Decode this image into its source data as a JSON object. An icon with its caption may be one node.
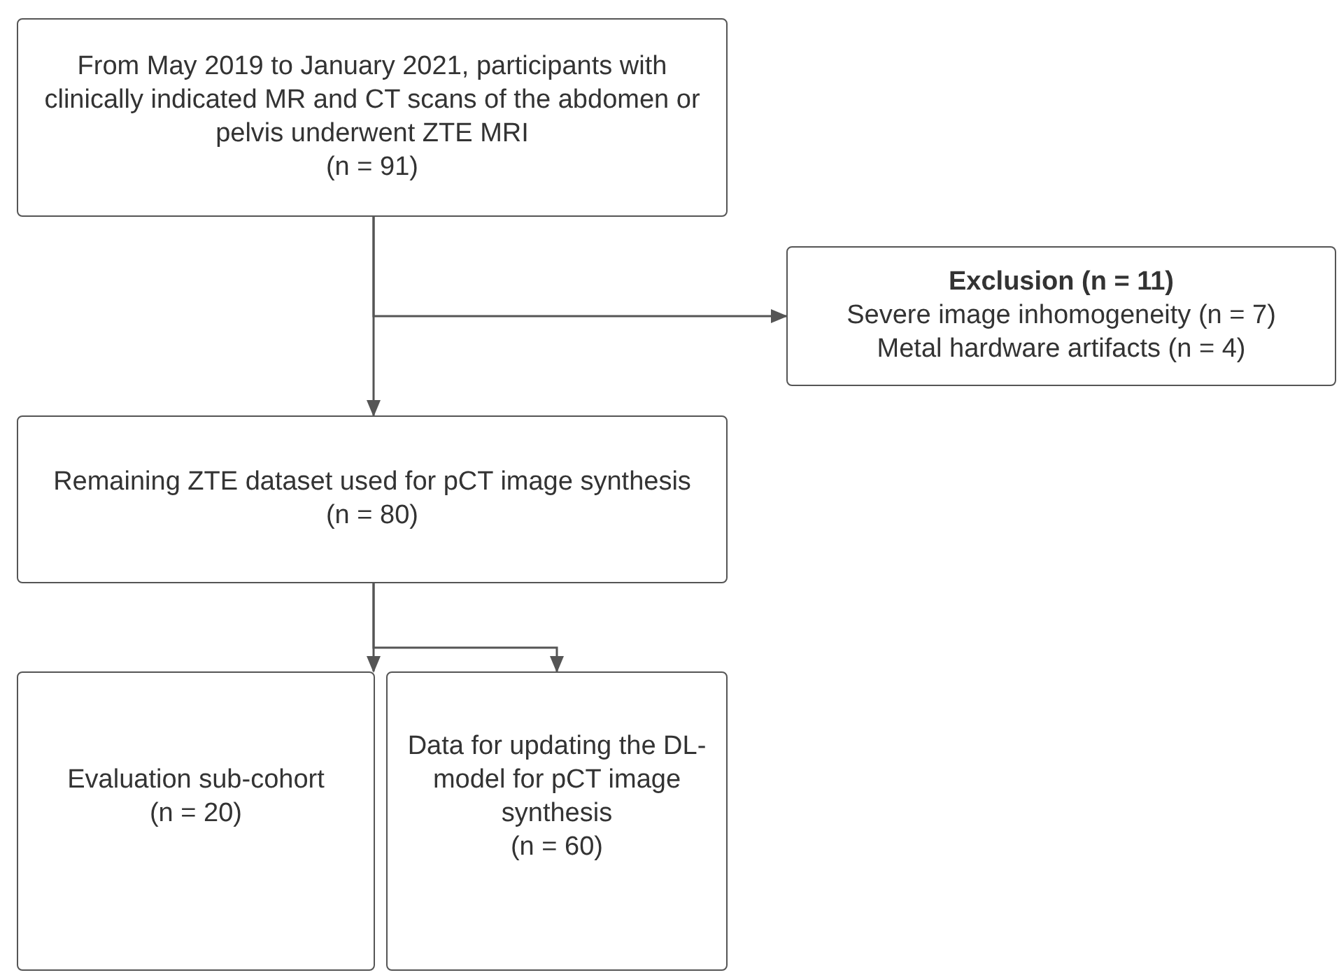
{
  "diagram": {
    "nodes": [
      {
        "text": [
          "From May 2019 to January 2021, participants with clinically indicated MR and CT scans of the abdomen or pelvis underwent ZTE MRI",
          "(n = 91)"
        ]
      },
      {
        "text": [
          "Exclusion (n = 11)",
          "Severe image inhomogeneity (n = 7)",
          "Metal hardware artifacts (n = 4)"
        ]
      },
      {
        "text": [
          "Remaining ZTE dataset used for pCT image synthesis",
          "(n = 80)"
        ]
      },
      {
        "text": [
          "Evaluation sub-cohort",
          "(n = 20)"
        ]
      },
      {
        "text": [
          "Data for updating the DL-model for pCT image synthesis",
          "(n = 60)"
        ]
      }
    ],
    "edges": [
      {
        "from": 0,
        "to": 1,
        "arrow": "to"
      },
      {
        "from": 0,
        "to": 2,
        "arrow": "to"
      },
      {
        "from": 2,
        "to": 3,
        "arrow": "to"
      },
      {
        "from": 2,
        "to": 4,
        "arrow": "to"
      }
    ]
  }
}
